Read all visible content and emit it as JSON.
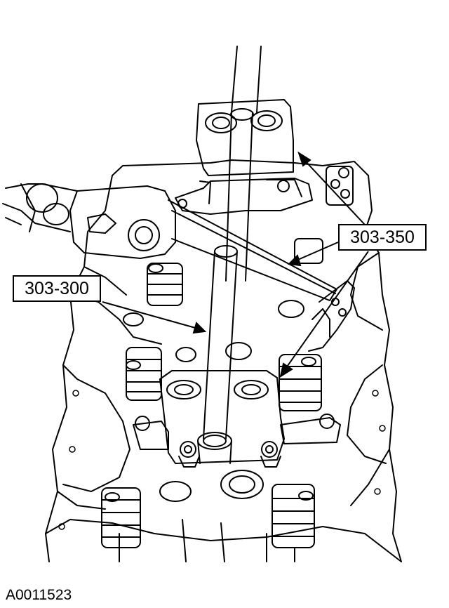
{
  "figure": {
    "callouts": [
      {
        "id": "303-350",
        "label": "303-350"
      },
      {
        "id": "303-300",
        "label": "303-300"
      }
    ],
    "figure_id": "A0011523"
  },
  "colors": {
    "ink": "#000000",
    "paper": "#ffffff"
  }
}
